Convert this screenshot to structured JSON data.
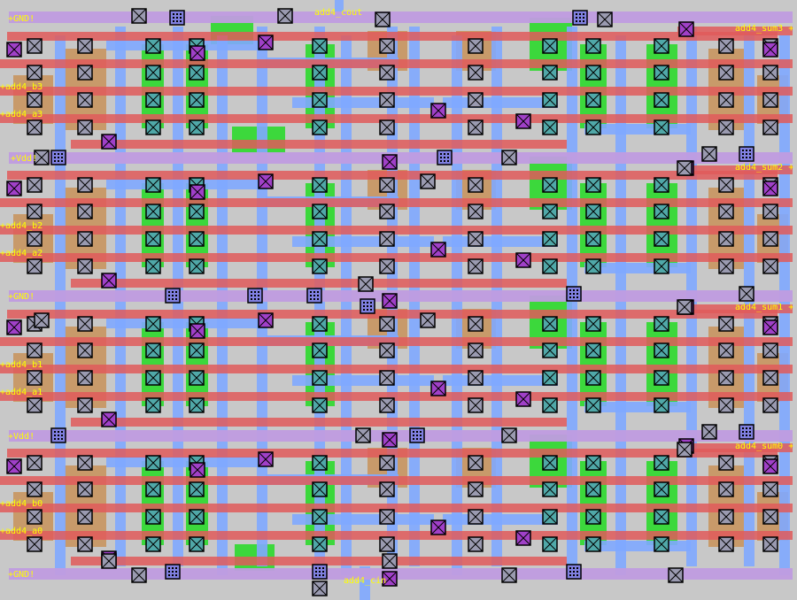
{
  "title": "4-bit adder layout",
  "labels": {
    "gnd_top": "+GND!",
    "cout": "add4_cout",
    "sum3": "add4_sum3 +",
    "b3": "+add4_b3",
    "a3": "+add4_a3",
    "vdd1": "+Vdd!",
    "sum2": "add4_sum2 +",
    "b2": "+add4_b2",
    "a2": "+add4_a2",
    "gnd_mid": "+GND!",
    "sum1": "add4_sum1 +",
    "b1": "+add4_b1",
    "a1": "+add4_a1",
    "vdd2": "+Vdd!",
    "sum0": "add4_sum0 +",
    "b0": "+add4_b0",
    "a0": "+add4_a0",
    "gnd_bot": "+GND!",
    "cin": "add4_cin"
  },
  "colors": {
    "background": "#c8c8c8",
    "metal1": "#7fa8ff",
    "poly": "#e05a5a",
    "rail": "#c09ce0",
    "pdiff": "#c89a6a",
    "ndiff": "#3cd83c",
    "contact_via": "#a040c8",
    "contact_gray": "#9a9ab0",
    "contact_teal": "#50a8a8",
    "label": "#ffff00"
  }
}
